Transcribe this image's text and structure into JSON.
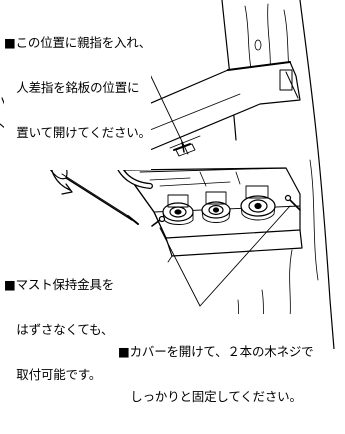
{
  "annotations": {
    "grip_instruction": [
      "■この位置に親指を入れ、",
      "　人差指を銘板の位置に",
      "　置いて開けてください。"
    ],
    "mast_bracket_note": [
      "■マスト保持金具を",
      "　はずさなくても、",
      "　取付可能です。"
    ],
    "screw_instruction": [
      "■カバーを開けて、２本の木ネジで",
      "　しっかりと固定してください。"
    ]
  },
  "colors": {
    "ink": "#000000",
    "paper": "#ffffff"
  }
}
